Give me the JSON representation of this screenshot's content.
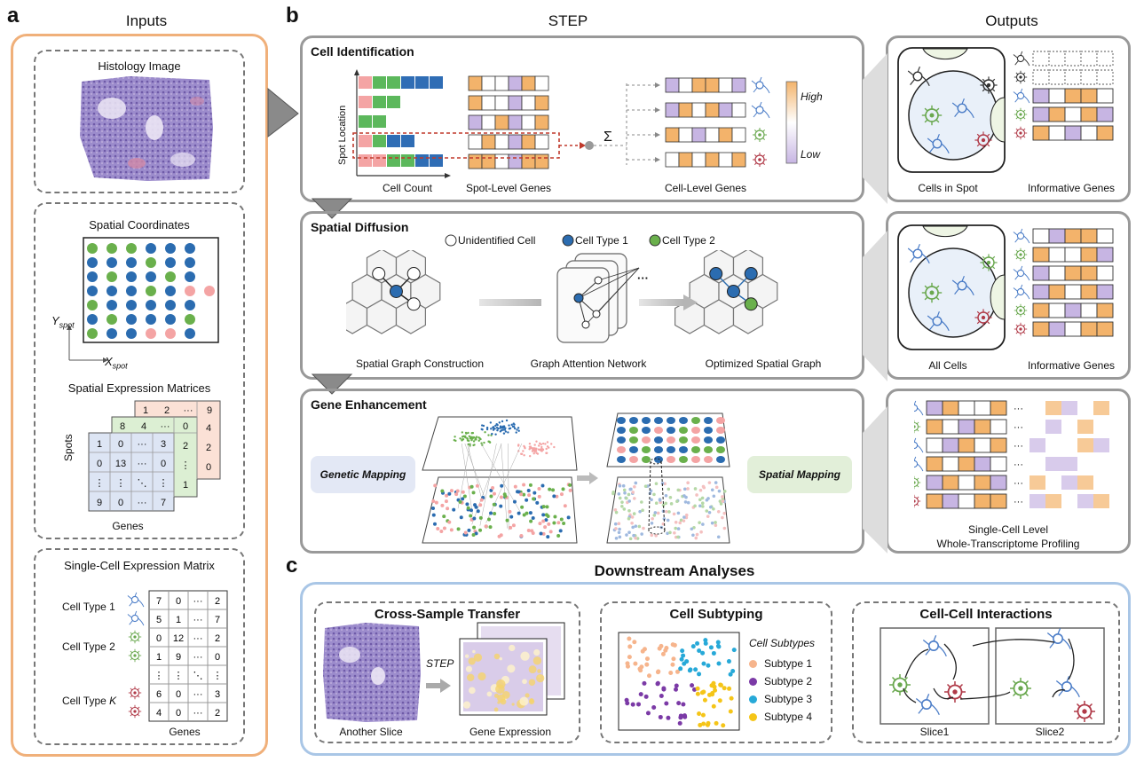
{
  "panels": {
    "a": "a",
    "b": "b",
    "c": "c"
  },
  "inputs": {
    "header": "Inputs",
    "histology": {
      "title": "Histology Image"
    },
    "spatial": {
      "title": "Spatial Coordinates",
      "y_axis": "Y",
      "y_sub": "spot",
      "x_axis": "X",
      "x_sub": "spot",
      "matrices_title": "Spatial Expression Matrices",
      "spots_label": "Spots",
      "genes_label": "Genes",
      "front_matrix": [
        [
          "1",
          "0",
          "···",
          "3"
        ],
        [
          "0",
          "13",
          "···",
          "0"
        ],
        [
          "⋮",
          "⋮",
          "⋱",
          "⋮"
        ],
        [
          "9",
          "0",
          "···",
          "7"
        ]
      ],
      "mid_matrix_row": [
        "8",
        "4",
        "···"
      ],
      "mid_matrix_col": [
        "0",
        "2",
        "⋮",
        "1"
      ],
      "back_matrix_row": [
        "1",
        "2",
        "···",
        "9"
      ],
      "back_matrix_col": [
        "4",
        "2",
        "0"
      ]
    },
    "single_cell": {
      "title": "Single-Cell Expression Matrix",
      "type1": "Cell Type 1",
      "type2": "Cell Type 2",
      "typek_prefix": "Cell Type ",
      "typek_var": "K",
      "rows": [
        [
          "7",
          "0",
          "···",
          "2"
        ],
        [
          "5",
          "1",
          "···",
          "7"
        ],
        [
          "0",
          "12",
          "···",
          "2"
        ],
        [
          "1",
          "9",
          "···",
          "0"
        ],
        [
          "⋮",
          "⋮",
          "⋱",
          "⋮"
        ],
        [
          "6",
          "0",
          "···",
          "3"
        ],
        [
          "4",
          "0",
          "···",
          "2"
        ]
      ],
      "genes_label": "Genes"
    }
  },
  "step": {
    "header": "STEP",
    "cell_identification": {
      "title": "Cell Identification",
      "y_label": "Spot Location",
      "x_label": "Cell Count",
      "spot_genes": "Spot-Level Genes",
      "cell_genes": "Cell-Level Genes",
      "sigma": "Σ",
      "high": "High",
      "low": "Low"
    },
    "spatial_diffusion": {
      "title": "Spatial Diffusion",
      "legend_unidentified": "Unidentified Cell",
      "legend_type1": "Cell Type 1",
      "legend_type2": "Cell Type 2",
      "graph_construction": "Spatial Graph Construction",
      "gat": "Graph Attention Network",
      "optimized": "Optimized Spatial Graph",
      "ellipsis": "···"
    },
    "gene_enhancement": {
      "title": "Gene Enhancement",
      "genetic": "Genetic Mapping",
      "spatial": "Spatial Mapping"
    }
  },
  "outputs": {
    "header": "Outputs",
    "cells_in_spot": "Cells in Spot",
    "informative_genes_1": "Informative Genes",
    "all_cells": "All Cells",
    "informative_genes_2": "Informative Genes",
    "profiling_line1": "Single-Cell Level",
    "profiling_line2": "Whole-Transcriptome Profiling",
    "ellipsis": "···"
  },
  "downstream": {
    "header": "Downstream Analyses",
    "transfer": {
      "title": "Cross-Sample Transfer",
      "step": "STEP",
      "another": "Another Slice",
      "gene_expr": "Gene Expression"
    },
    "subtyping": {
      "title": "Cell Subtyping",
      "legend_title": "Cell Subtypes",
      "subtypes": [
        {
          "name": "Subtype 1",
          "color": "#f6b48c"
        },
        {
          "name": "Subtype 2",
          "color": "#7b3aa6"
        },
        {
          "name": "Subtype 3",
          "color": "#27a9d8"
        },
        {
          "name": "Subtype 4",
          "color": "#f5c518"
        }
      ]
    },
    "interactions": {
      "title": "Cell-Cell Interactions",
      "slice1": "Slice1",
      "slice2": "Slice2"
    }
  },
  "colors": {
    "orange": "#f0b07a",
    "blue_dot": "#2b6cb0",
    "green_dot": "#6ab04c",
    "pink_dot": "#f4a4a4",
    "heat_high": "#f3b36b",
    "heat_low": "#c7b5e3",
    "outline_blue": "#a7c4e3"
  }
}
